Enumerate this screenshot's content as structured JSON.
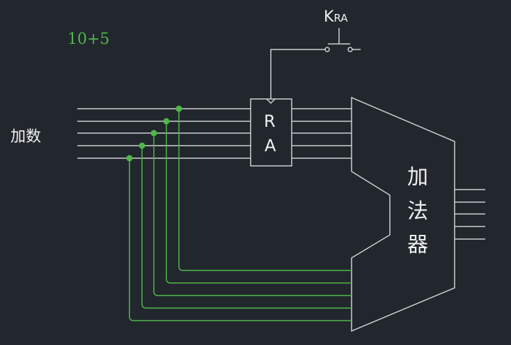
{
  "title": "10+5",
  "input_label": "加数",
  "register": {
    "line1": "R",
    "line2": "A"
  },
  "adder": {
    "c1": "加",
    "c2": "法",
    "c3": "器"
  },
  "switch_label": {
    "main": "K",
    "sub": "RA"
  },
  "colors": {
    "background": "#22272e",
    "wire": "#c8c8c8",
    "green": "#4fb848"
  }
}
